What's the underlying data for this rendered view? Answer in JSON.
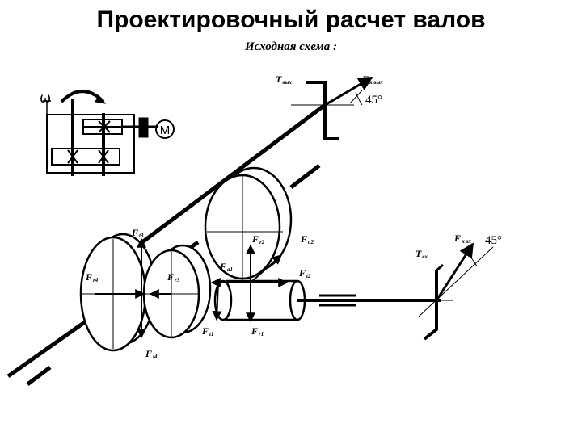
{
  "title": "Проектировочный  расчет валов",
  "subtitle": "Исходная схема :",
  "kinematic": {
    "omega": "ω",
    "motor": "M"
  },
  "angles": {
    "output": "45°",
    "input": "45°"
  },
  "labels": {
    "t_out": {
      "main": "T",
      "sub": "вых"
    },
    "fk_out": {
      "main": "F",
      "sub": "к вых"
    },
    "t_in": {
      "main": "T",
      "sub": "вх"
    },
    "fk_in": {
      "main": "F",
      "sub": "к вх"
    },
    "ft3": {
      "main": "F",
      "sub": "t3"
    },
    "fr4": {
      "main": "F",
      "sub": "r4"
    },
    "fr3": {
      "main": "F",
      "sub": "r3"
    },
    "ft4": {
      "main": "F",
      "sub": "t4"
    },
    "fr2": {
      "main": "F",
      "sub": "r2"
    },
    "fa2": {
      "main": "F",
      "sub": "a2"
    },
    "fa1": {
      "main": "F",
      "sub": "a1"
    },
    "ft2": {
      "main": "F",
      "sub": "t2"
    },
    "ft1": {
      "main": "F",
      "sub": "t1"
    },
    "fr1": {
      "main": "F",
      "sub": "r1"
    }
  }
}
